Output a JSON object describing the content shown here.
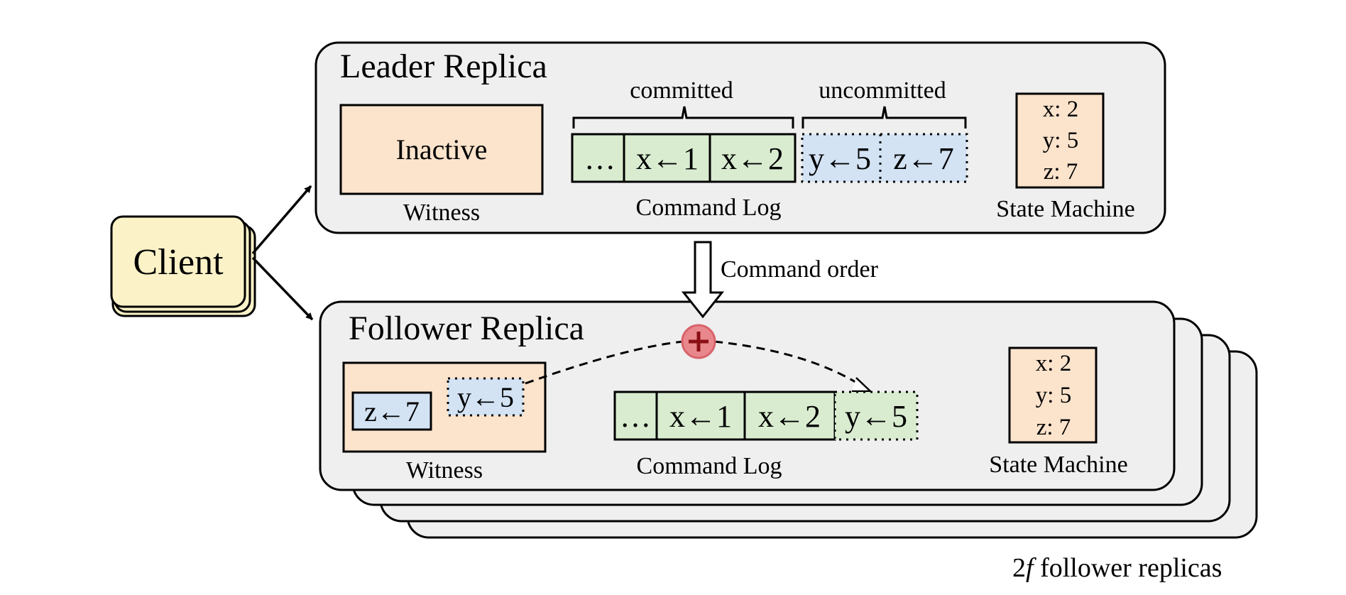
{
  "client": {
    "label": "Client"
  },
  "leader": {
    "title": "Leader Replica",
    "witness": {
      "content": "Inactive",
      "label": "Witness"
    },
    "log": {
      "committed_label": "committed",
      "uncommitted_label": "uncommitted",
      "committed": [
        "…",
        "x←1",
        "x←2"
      ],
      "uncommitted": [
        "y←5",
        "z←7"
      ],
      "label": "Command Log"
    },
    "state": {
      "values": [
        "x: 2",
        "y: 5",
        "z: 7"
      ],
      "label": "State Machine"
    }
  },
  "arrow": {
    "label": "Command order"
  },
  "follower": {
    "title": "Follower Replica",
    "witness": {
      "entries": [
        "z←7",
        "y←5"
      ],
      "label": "Witness"
    },
    "log": {
      "committed": [
        "…",
        "x←1",
        "x←2"
      ],
      "appended": "y←5",
      "label": "Command Log"
    },
    "state": {
      "values": [
        "x: 2",
        "y: 5",
        "z: 7"
      ],
      "label": "State Machine"
    }
  },
  "footer": {
    "count": "2",
    "var": "f",
    "text": " follower replicas"
  },
  "colors": {
    "panel": "#efefef",
    "witness_fill": "#fbe3cc",
    "committed_fill": "#d9ecd0",
    "uncommitted_fill": "#d3e3f4",
    "client_fill": "#fcf2c7",
    "merge_fill": "#e9888c"
  }
}
